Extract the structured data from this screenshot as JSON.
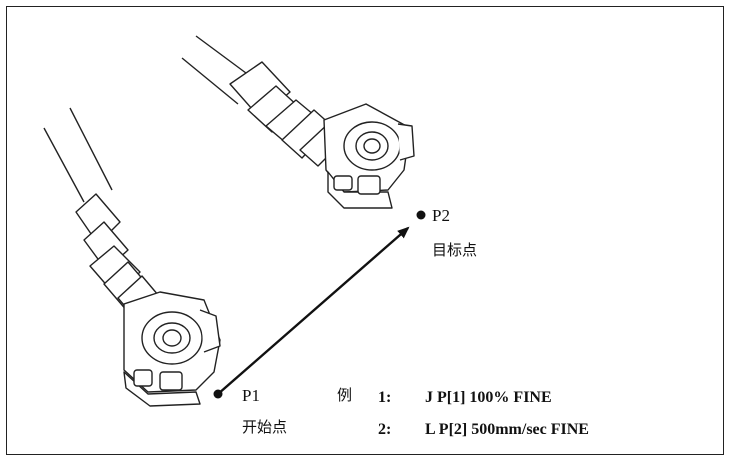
{
  "figure": {
    "start_point": {
      "name": "P1",
      "label": "开始点"
    },
    "end_point": {
      "name": "P2",
      "label": "目标点"
    },
    "example": {
      "prefix": "例",
      "lines": [
        {
          "number": "1:",
          "instruction": "J P[1] 100% FINE"
        },
        {
          "number": "2:",
          "instruction": "L P[2] 500mm/sec FINE"
        }
      ]
    }
  }
}
